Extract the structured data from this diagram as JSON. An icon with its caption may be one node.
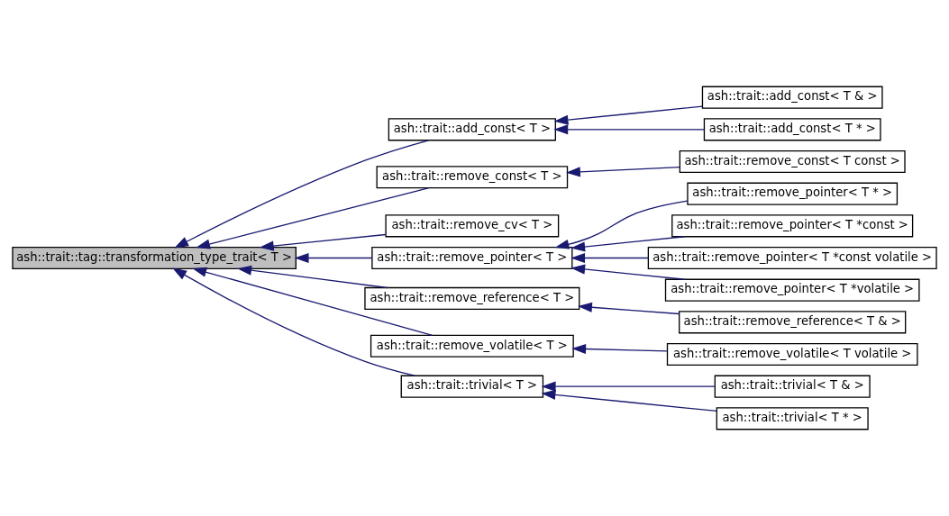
{
  "diagram": {
    "nodes": [
      {
        "text": [
          "ash::trait::tag::transformation_type_trait< T >"
        ]
      },
      {
        "text": [
          "ash::trait::add_const< T >"
        ]
      },
      {
        "text": [
          "ash::trait::add_const< T & >"
        ]
      },
      {
        "text": [
          "ash::trait::add_const< T * >"
        ]
      },
      {
        "text": [
          "ash::trait::remove_const< T >"
        ]
      },
      {
        "text": [
          "ash::trait::remove_const< T const >"
        ]
      },
      {
        "text": [
          "ash::trait::remove_cv< T >"
        ]
      },
      {
        "text": [
          "ash::trait::remove_pointer< T >"
        ]
      },
      {
        "text": [
          "ash::trait::remove_pointer< T * >"
        ]
      },
      {
        "text": [
          "ash::trait::remove_pointer< T *const >"
        ]
      },
      {
        "text": [
          "ash::trait::remove_pointer< T *const volatile >"
        ]
      },
      {
        "text": [
          "ash::trait::remove_pointer< T *volatile >"
        ]
      },
      {
        "text": [
          "ash::trait::remove_reference< T >"
        ]
      },
      {
        "text": [
          "ash::trait::remove_reference< T & >"
        ]
      },
      {
        "text": [
          "ash::trait::remove_volatile< T >"
        ]
      },
      {
        "text": [
          "ash::trait::remove_volatile< T volatile >"
        ]
      },
      {
        "text": [
          "ash::trait::trivial< T >"
        ]
      },
      {
        "text": [
          "ash::trait::trivial< T & >"
        ]
      },
      {
        "text": [
          "ash::trait::trivial< T * >"
        ]
      }
    ],
    "edges": [
      {
        "from": 1,
        "to": 0,
        "arrow": "to"
      },
      {
        "from": 2,
        "to": 1,
        "arrow": "to"
      },
      {
        "from": 3,
        "to": 1,
        "arrow": "to"
      },
      {
        "from": 4,
        "to": 0,
        "arrow": "to"
      },
      {
        "from": 5,
        "to": 4,
        "arrow": "to"
      },
      {
        "from": 6,
        "to": 0,
        "arrow": "to"
      },
      {
        "from": 7,
        "to": 0,
        "arrow": "to"
      },
      {
        "from": 8,
        "to": 7,
        "arrow": "to"
      },
      {
        "from": 9,
        "to": 7,
        "arrow": "to"
      },
      {
        "from": 10,
        "to": 7,
        "arrow": "to"
      },
      {
        "from": 11,
        "to": 7,
        "arrow": "to"
      },
      {
        "from": 12,
        "to": 0,
        "arrow": "to"
      },
      {
        "from": 13,
        "to": 12,
        "arrow": "to"
      },
      {
        "from": 14,
        "to": 0,
        "arrow": "to"
      },
      {
        "from": 15,
        "to": 14,
        "arrow": "to"
      },
      {
        "from": 16,
        "to": 0,
        "arrow": "to"
      },
      {
        "from": 17,
        "to": 16,
        "arrow": "to"
      },
      {
        "from": 18,
        "to": 16,
        "arrow": "to"
      }
    ]
  }
}
